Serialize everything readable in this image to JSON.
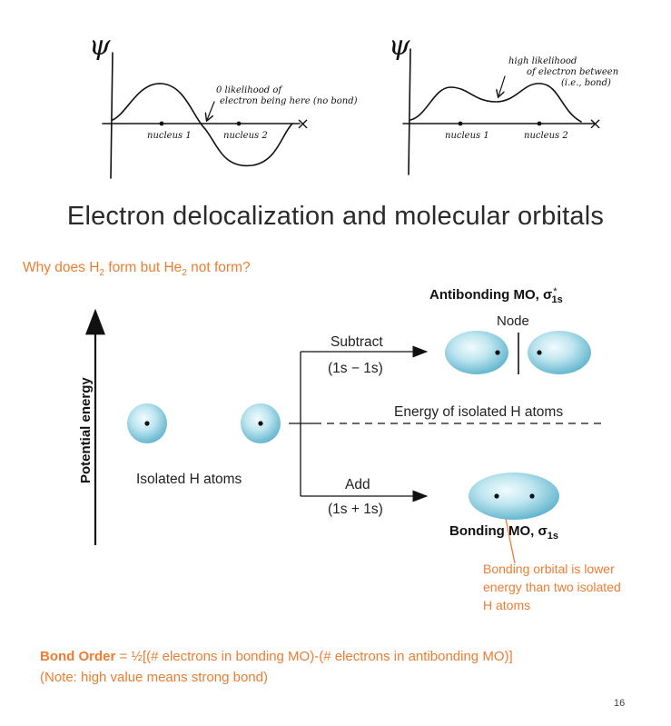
{
  "sketch_left": {
    "axis_label": "ψ",
    "annotation_line1": "0 likelihood of",
    "annotation_line2": "electron being here (no bond)",
    "nucleus1_label": "nucleus 1",
    "nucleus2_label": "nucleus 2",
    "axis_end_mark": "×"
  },
  "sketch_right": {
    "axis_label": "ψ",
    "annotation_line1": "high likelihood",
    "annotation_line2": "of electron between",
    "annotation_line3": "(i.e., bond)",
    "nucleus1_label": "nucleus 1",
    "nucleus2_label": "nucleus 2",
    "axis_end_mark": "×"
  },
  "title": "Electron delocalization and molecular orbitals",
  "question": {
    "prefix": "Why does H",
    "sub1": "2",
    "middle": " form but He",
    "sub2": "2",
    "suffix": " not form?"
  },
  "diagram": {
    "y_axis_label": "Potential energy",
    "isolated_label": "Isolated H atoms",
    "subtract_label": "Subtract",
    "subtract_formula": "(1s − 1s)",
    "add_label": "Add",
    "add_formula": "(1s + 1s)",
    "energy_line_label": "Energy of isolated H atoms",
    "antibonding_label": "Antibonding MO, σ",
    "antibonding_star": "*",
    "antibonding_sub": "1s",
    "node_label": "Node",
    "bonding_label": "Bonding MO, σ",
    "bonding_sub": "1s"
  },
  "callout": {
    "text_line1": "Bonding orbital is lower",
    "text_line2": "energy than two isolated",
    "text_line3": "H atoms"
  },
  "bond_order": {
    "label": "Bond Order",
    "formula": " = ½[(# electrons in bonding MO)-(# electrons in antibonding MO)]",
    "note": "(Note: high value means strong bond)"
  },
  "page_number": "16",
  "colors": {
    "accent": "#ED7D31",
    "orbital_light": "#DDF3F8",
    "orbital_dark": "#5FB3CC"
  }
}
